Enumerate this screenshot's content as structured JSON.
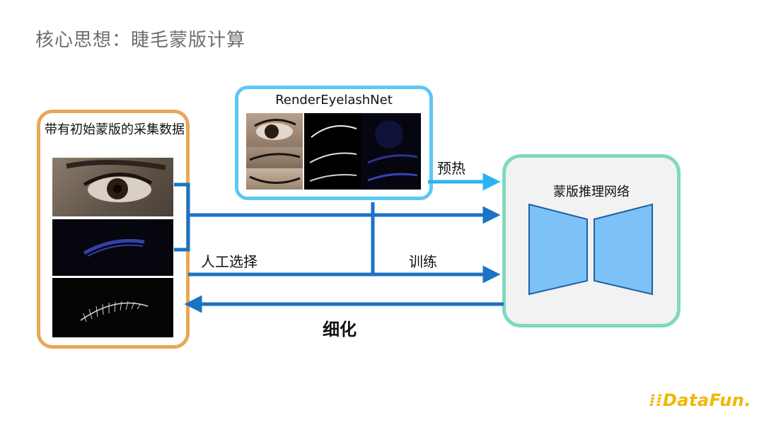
{
  "title": "核心思想：睫毛蒙版计算",
  "left_panel": {
    "title": "带有初始蒙版的采集数据"
  },
  "render_panel": {
    "title": "RenderEyelashNet"
  },
  "mask_panel": {
    "title": "蒙版推理网络"
  },
  "edges": {
    "preheat": "预热",
    "manual_select": "人工选择",
    "train": "训练",
    "refine": "细化"
  },
  "logo": {
    "text": "DataFun."
  },
  "colors": {
    "left_border": "#e8a857",
    "render_border": "#5bc8f2",
    "mask_border": "#7ed9c0",
    "arrow_dark": "#1a73c4",
    "arrow_light": "#29b6f0",
    "trapezoid_fill": "#7cc2f7",
    "trapezoid_stroke": "#1d5fa8",
    "logo": "#f2b705"
  }
}
